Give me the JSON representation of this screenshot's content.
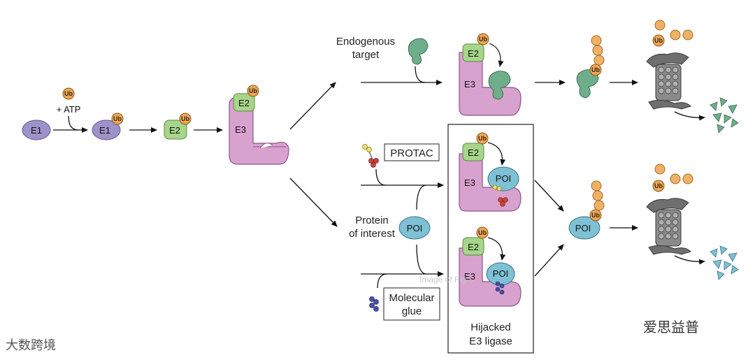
{
  "labels": {
    "e1": "E1",
    "e2": "E2",
    "e3": "E3",
    "ub": "Ub",
    "plus_atp": "+ ATP",
    "endogenous_target": [
      "Endogenous",
      "target"
    ],
    "protac": "PROTAC",
    "protein_of_interest": [
      "Protein",
      "of interest"
    ],
    "poi": "POI",
    "molecular_glue": [
      "Molecular",
      "glue"
    ],
    "hijacked_e3_ligase": [
      "Hijacked",
      "E3 ligase"
    ]
  },
  "watermarks": {
    "bottom_left": "大数跨境",
    "bottom_right": "爱思益普",
    "center": "Image of Fig..."
  },
  "colors": {
    "e1": "#9d93c9",
    "e2": "#a7d58a",
    "e3": "#d8a2cf",
    "ub": "#eaa65a",
    "endogenous_target": "#6fae8a",
    "poi": "#7ec0d4",
    "proteasome": "#8a8a8a"
  }
}
